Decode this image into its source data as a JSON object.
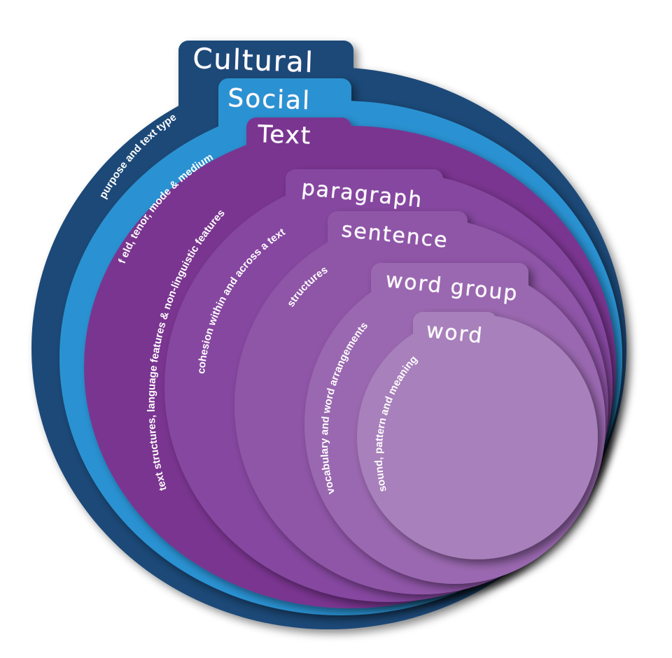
{
  "diagram": {
    "layers": [
      {
        "id": "cultural",
        "title": "Cultural",
        "label": "purpose and text type",
        "color": "#1c4978"
      },
      {
        "id": "social",
        "title": "Social",
        "label": "f eld, tenor, mode & medium",
        "color": "#2a92d2"
      },
      {
        "id": "text",
        "title": "Text",
        "label": "text structures, language features & non-linguistic features",
        "color": "#7a3690"
      },
      {
        "id": "paragraph",
        "title": "paragraph",
        "label": "cohesion within and across a text",
        "color": "#8646a0"
      },
      {
        "id": "sentence",
        "title": "sentence",
        "label": "structures",
        "color": "#8f55a7"
      },
      {
        "id": "word-group",
        "title": "word group",
        "label": "vocabulary and word arrangements",
        "color": "#9a67b0"
      },
      {
        "id": "word",
        "title": "word",
        "label": "sound, pattern and meaning",
        "color": "#a880bb"
      }
    ]
  }
}
